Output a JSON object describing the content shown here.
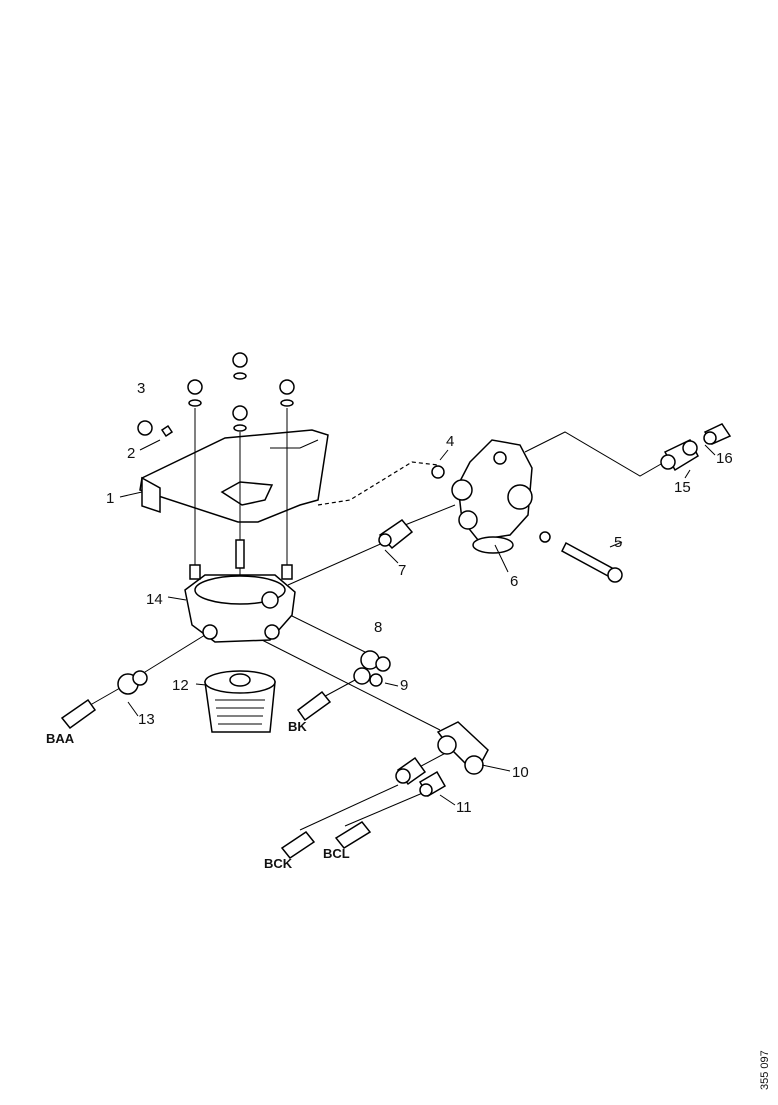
{
  "labels": {
    "p1": "1",
    "p2": "2",
    "p3": "3",
    "p4": "4",
    "p5": "5",
    "p6": "6",
    "p7": "7",
    "p8": "8",
    "p9": "9",
    "p10": "10",
    "p11": "11",
    "p12": "12",
    "p13": "13",
    "p14": "14",
    "p15": "15",
    "p16": "16"
  },
  "codes": {
    "baa": "BAA",
    "bk": "BK",
    "bck": "BCK",
    "bcl": "BCL"
  },
  "reference": "355 097"
}
